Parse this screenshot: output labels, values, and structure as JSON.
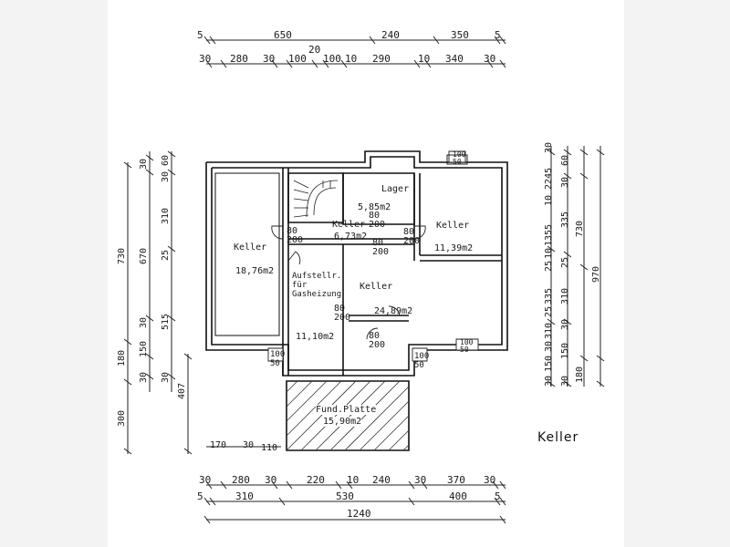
{
  "title": "Keller",
  "rooms": [
    {
      "id": "keller-west",
      "name": "Keller",
      "area": "18,76m2"
    },
    {
      "id": "keller-mid",
      "name": "Keller",
      "area": "6,73m2"
    },
    {
      "id": "lager",
      "name": "Lager",
      "area": "5,85m2"
    },
    {
      "id": "keller-east",
      "name": "Keller",
      "area": "11,39m2"
    },
    {
      "id": "keller-main",
      "name": "Keller",
      "area": "24,89m2"
    },
    {
      "id": "aufstell",
      "name_lines": [
        "Aufstellr.",
        "für",
        "Gasheizung"
      ],
      "area": "11,10m2"
    },
    {
      "id": "fund",
      "name": "Fund.Platte",
      "area": "15,90m2"
    }
  ],
  "doors": [
    "80\n200",
    "80\n200",
    "80\n200",
    "80\n200",
    "80\n200",
    "80\n200"
  ],
  "dimensions": {
    "top1": [
      "5",
      "650",
      "240",
      "350",
      "5"
    ],
    "top2": [
      "30",
      "280",
      "30",
      "100",
      "20",
      "100",
      "10",
      "290",
      "10",
      "340",
      "30"
    ],
    "bottom1": [
      "30",
      "280",
      "30",
      "220",
      "10",
      "240",
      "30",
      "370",
      "30"
    ],
    "bottom2": [
      "5",
      "310",
      "530",
      "400",
      "5"
    ],
    "bottom3": [
      "1240"
    ],
    "left_outer": [
      "730",
      "180",
      "300"
    ],
    "left_mid": [
      "30",
      "670",
      "30",
      "150",
      "30"
    ],
    "left_inner": [
      "60",
      "30",
      "310",
      "25",
      "515",
      "30",
      "407"
    ],
    "right_inner": [
      "30",
      "2245",
      "10",
      "1355",
      "10",
      "25",
      "335",
      "25",
      "310",
      "30",
      "150",
      "30"
    ],
    "right_mid": [
      "60",
      "30",
      "335",
      "25",
      "310",
      "30",
      "150",
      "30"
    ],
    "right_outer": [
      "730",
      "970",
      "180"
    ],
    "small_bottom_left": [
      "170",
      "30",
      "110"
    ],
    "windows": [
      "100\n50",
      "100\n50",
      "100\n50",
      "100\n50"
    ]
  }
}
